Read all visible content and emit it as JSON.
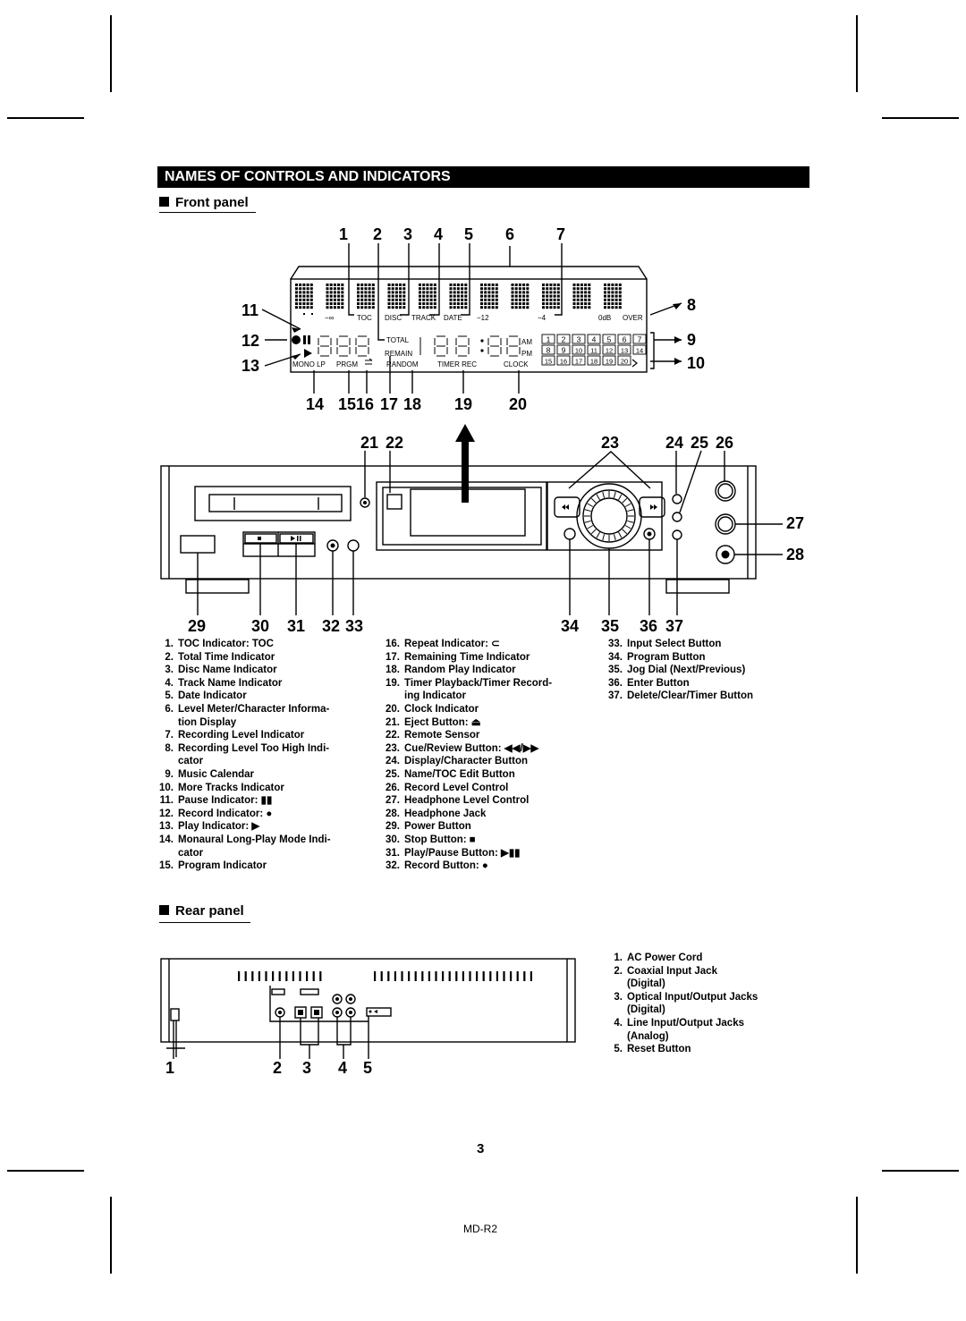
{
  "section_title": "NAMES OF CONTROLS AND INDICATORS",
  "front_panel": {
    "heading": "Front panel",
    "display_labels": {
      "minus_inf": "−∞",
      "toc": "TOC",
      "disc": "DISC",
      "track": "TRACK",
      "date": "DATE",
      "minus12": "−12",
      "minus4": "−4",
      "zero_db": "0dB",
      "over": "OVER",
      "total": "TOTAL",
      "remain": "REMAIN",
      "am": "AM",
      "pm": "PM",
      "mono_lp": "MONO LP",
      "prgm": "PRGM",
      "random": "RANDOM",
      "timer_rec": "TIMER REC",
      "clock": "CLOCK",
      "calendar": [
        "1",
        "2",
        "3",
        "4",
        "5",
        "6",
        "7",
        "8",
        "9",
        "10",
        "11",
        "12",
        "13",
        "14",
        "15",
        "16",
        "17",
        "18",
        "19",
        "20"
      ]
    },
    "callouts": {
      "n1": "1",
      "n2": "2",
      "n3": "3",
      "n4": "4",
      "n5": "5",
      "n6": "6",
      "n7": "7",
      "n8": "8",
      "n9": "9",
      "n10": "10",
      "n11": "11",
      "n12": "12",
      "n13": "13",
      "n14": "14",
      "n15_16": "1516",
      "n17": "17",
      "n18": "18",
      "n19": "19",
      "n20": "20",
      "n21": "21",
      "n22": "22",
      "n23": "23",
      "n24": "24",
      "n25": "25",
      "n26": "26",
      "n27": "27",
      "n28": "28",
      "n29": "29",
      "n30": "30",
      "n31": "31",
      "n32": "32",
      "n33": "33",
      "n34": "34",
      "n35": "35",
      "n36": "36",
      "n37": "37"
    },
    "list_col1": [
      {
        "n": "1.",
        "t": "TOC Indicator: TOC"
      },
      {
        "n": "2.",
        "t": "Total Time Indicator"
      },
      {
        "n": "3.",
        "t": "Disc Name Indicator"
      },
      {
        "n": "4.",
        "t": "Track Name Indicator"
      },
      {
        "n": "5.",
        "t": "Date Indicator"
      },
      {
        "n": "6.",
        "t": "Level Meter/Character Informa-",
        "c": "tion Display"
      },
      {
        "n": "7.",
        "t": "Recording Level Indicator"
      },
      {
        "n": "8.",
        "t": "Recording Level Too High Indi-",
        "c": "cator"
      },
      {
        "n": "9.",
        "t": "Music Calendar"
      },
      {
        "n": "10.",
        "t": "More Tracks Indicator"
      },
      {
        "n": "11.",
        "t": "Pause Indicator: ▮▮"
      },
      {
        "n": "12.",
        "t": "Record Indicator: ●"
      },
      {
        "n": "13.",
        "t": "Play Indicator: ▶"
      },
      {
        "n": "14.",
        "t": "Monaural Long-Play Mode Indi-",
        "c": "cator"
      },
      {
        "n": "15.",
        "t": "Program Indicator"
      }
    ],
    "list_col2": [
      {
        "n": "16.",
        "t": "Repeat Indicator: ⊂"
      },
      {
        "n": "17.",
        "t": "Remaining Time Indicator"
      },
      {
        "n": "18.",
        "t": "Random Play Indicator"
      },
      {
        "n": "19.",
        "t": "Timer Playback/Timer Record-",
        "c": "ing Indicator"
      },
      {
        "n": "20.",
        "t": "Clock Indicator"
      },
      {
        "n": "21.",
        "t": "Eject Button: ⏏"
      },
      {
        "n": "22.",
        "t": "Remote Sensor"
      },
      {
        "n": "23.",
        "t": "Cue/Review Button: ◀◀/▶▶"
      },
      {
        "n": "24.",
        "t": "Display/Character Button"
      },
      {
        "n": "25.",
        "t": "Name/TOC Edit Button"
      },
      {
        "n": "26.",
        "t": "Record Level Control"
      },
      {
        "n": "27.",
        "t": "Headphone Level Control"
      },
      {
        "n": "28.",
        "t": "Headphone Jack"
      },
      {
        "n": "29.",
        "t": "Power Button"
      },
      {
        "n": "30.",
        "t": "Stop Button: ■"
      },
      {
        "n": "31.",
        "t": "Play/Pause Button: ▶▮▮"
      },
      {
        "n": "32.",
        "t": "Record Button: ●"
      }
    ],
    "list_col3": [
      {
        "n": "33.",
        "t": "Input Select Button"
      },
      {
        "n": "34.",
        "t": "Program Button"
      },
      {
        "n": "35.",
        "t": "Jog Dial (Next/Previous)"
      },
      {
        "n": "36.",
        "t": "Enter Button"
      },
      {
        "n": "37.",
        "t": "Delete/Clear/Timer Button"
      }
    ]
  },
  "rear_panel": {
    "heading": "Rear panel",
    "callouts": {
      "n1": "1",
      "n2": "2",
      "n3": "3",
      "n4": "4",
      "n5": "5"
    },
    "list": [
      {
        "n": "1.",
        "t": "AC Power Cord"
      },
      {
        "n": "2.",
        "t": "Coaxial Input Jack",
        "c": "(Digital)"
      },
      {
        "n": "3.",
        "t": "Optical Input/Output Jacks",
        "c": "(Digital)"
      },
      {
        "n": "4.",
        "t": "Line Input/Output Jacks",
        "c": "(Analog)"
      },
      {
        "n": "5.",
        "t": "Reset Button"
      }
    ]
  },
  "page_number": "3",
  "footer_model": "MD-R2"
}
